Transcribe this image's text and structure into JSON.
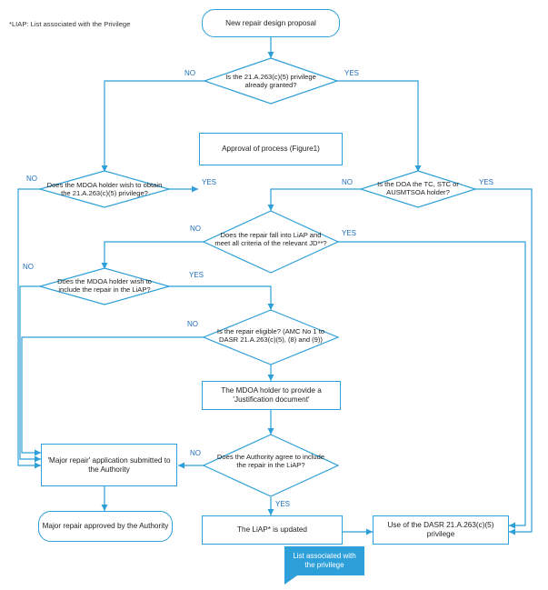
{
  "diagram": {
    "note": "*LIAP: List associated with the Privilege",
    "nodes": {
      "start": "New repair design proposal",
      "d1": "Is the 21.A.263(c)(5) privilege already granted?",
      "d2": "Does the MDOA holder wish to obtain the 21.A.263(c)(5) privilege?",
      "approval": "Approval of process (Figure1)",
      "d3": "Is the DOA the TC, STC or AUSMTSOA holder?",
      "d4": "Does the repair fall into LiAP and  meet all criteria of the relevant JD**?",
      "d5": "Does the MDOA holder wish to include the repair in the LiAP?",
      "d6": "Is the repair eligible? (AMC No 1 to DASR 21.A.263(c)(5), (8) and (9))",
      "p1": "The MDOA holder to provide a 'Justification document'",
      "d7": "Does the Authority agree to include the repair in the LiAP?",
      "p2": "'Major repair' application submitted to the Authority",
      "end1": "Major repair approved by the Authority",
      "p3": "The LiAP* is updated",
      "p4": "Use of the DASR 21.A.263(c)(5) privilege",
      "callout": "List associated with the privilege"
    },
    "edge_labels": {
      "d1_no": "NO",
      "d1_yes": "YES",
      "d2_no": "NO",
      "d2_yes": "YES",
      "d3_no": "NO",
      "d3_yes": "YES",
      "d4_no": "NO",
      "d4_yes": "YES",
      "d5_no": "NO",
      "d5_yes": "YES",
      "d6_no": "NO",
      "d7_no": "NO",
      "d7_yes": "YES"
    },
    "colors": {
      "accent": "#2d9fd9",
      "line": "#2d9fd9",
      "label": "#1f6fbf",
      "text": "#222222",
      "callout_bg": "#2d9fd9"
    }
  }
}
